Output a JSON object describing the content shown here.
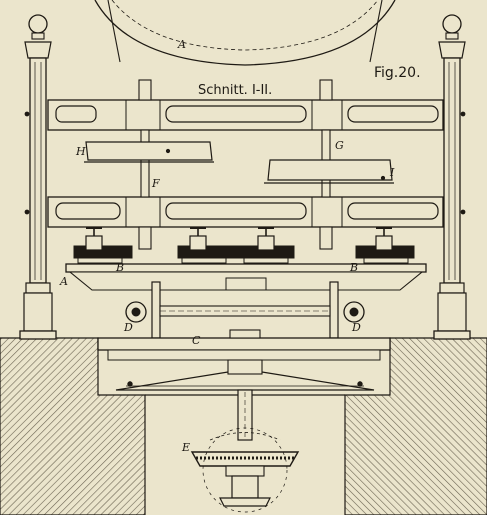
{
  "figure": {
    "number_label": "Fig.20.",
    "section_label": "Schnitt. I-II."
  },
  "labels": {
    "A_top": "A",
    "A_left": "A",
    "B_left": "B",
    "B_right": "B",
    "C": "C",
    "D_left": "D",
    "D_right": "D",
    "E": "E",
    "F": "F",
    "G": "G",
    "H": "H",
    "I": "I"
  },
  "colors": {
    "paper": "#ebe5cc",
    "ink": "#1e1a14",
    "hatch": "#6b6452"
  }
}
